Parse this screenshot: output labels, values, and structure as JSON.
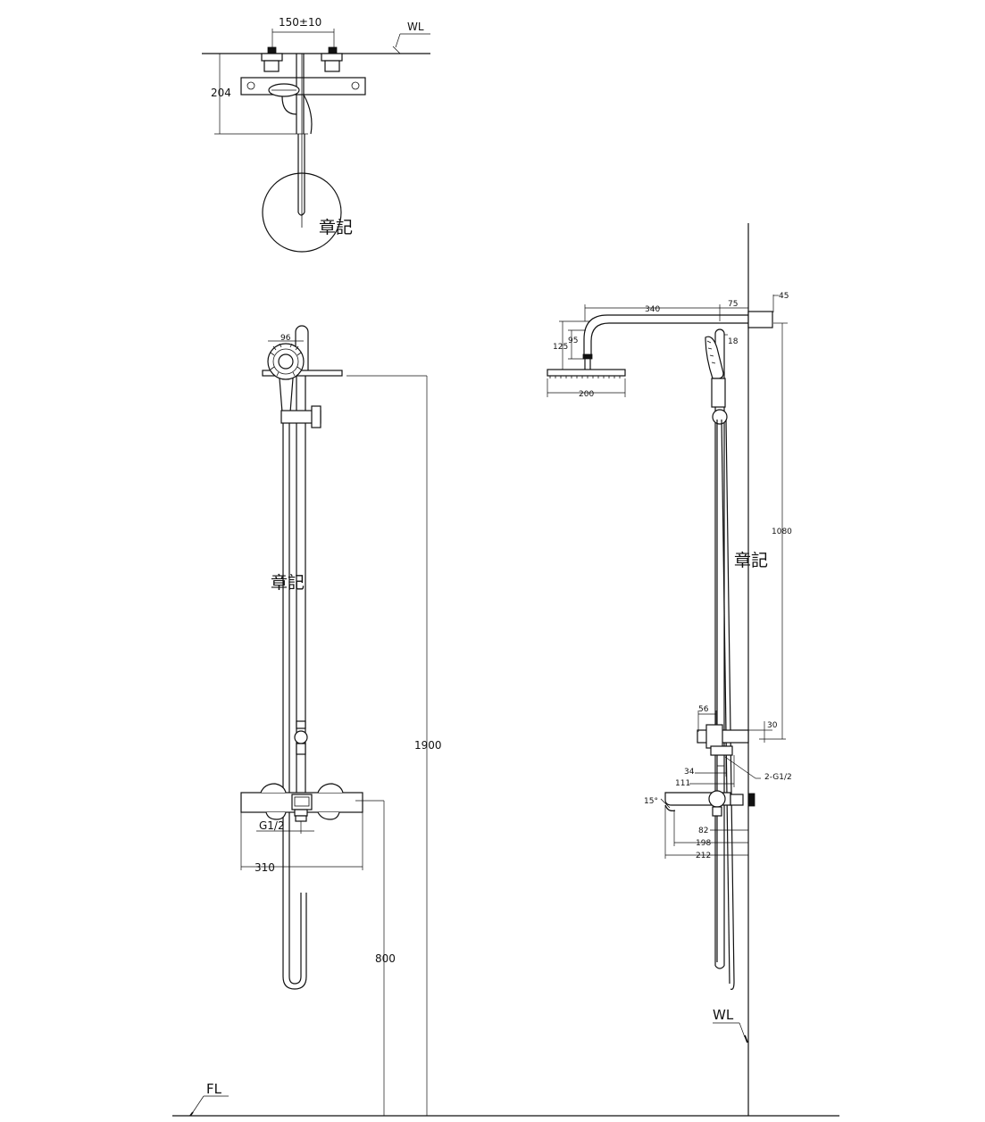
{
  "labels": {
    "wl": "WL",
    "fl": "FL",
    "stamp": "章記"
  },
  "dimensions": {
    "top_spacing": "150±10",
    "top_depth": "204",
    "hand_shower_dia": "96",
    "overall_height": "1900",
    "mixer_height": "800",
    "mixer_width": "310",
    "inlet_thread": "G1/2",
    "arm_length": "340",
    "arm_wall": "75",
    "wall_flange": "45",
    "drop_125": "125",
    "drop_95": "95",
    "holder_18": "18",
    "head_dia": "200",
    "bar_height": "1080",
    "offset_56": "56",
    "offset_30": "30",
    "dim_34": "34",
    "dim_111": "111",
    "connection": "2-G1/2",
    "angle": "15°",
    "dim_82": "82",
    "dim_198": "198",
    "dim_212": "212"
  }
}
